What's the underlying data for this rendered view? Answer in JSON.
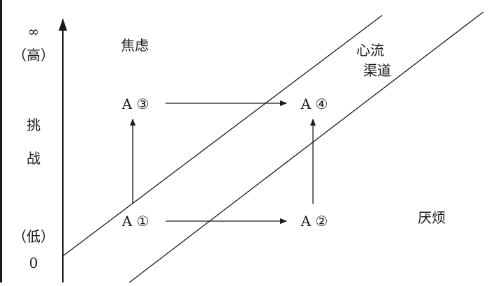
{
  "axis": {
    "y_top_symbol": "∞",
    "y_top_note": "（高）",
    "y_title_1": "挑",
    "y_title_2": "战",
    "y_bottom_note": "（低）",
    "origin": "0"
  },
  "zones": {
    "anxiety": "焦虑",
    "flow_1": "心流",
    "flow_2": "渠道",
    "boredom": "厌烦"
  },
  "nodes": {
    "a1": "A ①",
    "a2": "A ②",
    "a3": "A ③",
    "a4": "A ④"
  },
  "colors": {
    "ink": "#1a1a1a",
    "background": "#ffffff"
  }
}
